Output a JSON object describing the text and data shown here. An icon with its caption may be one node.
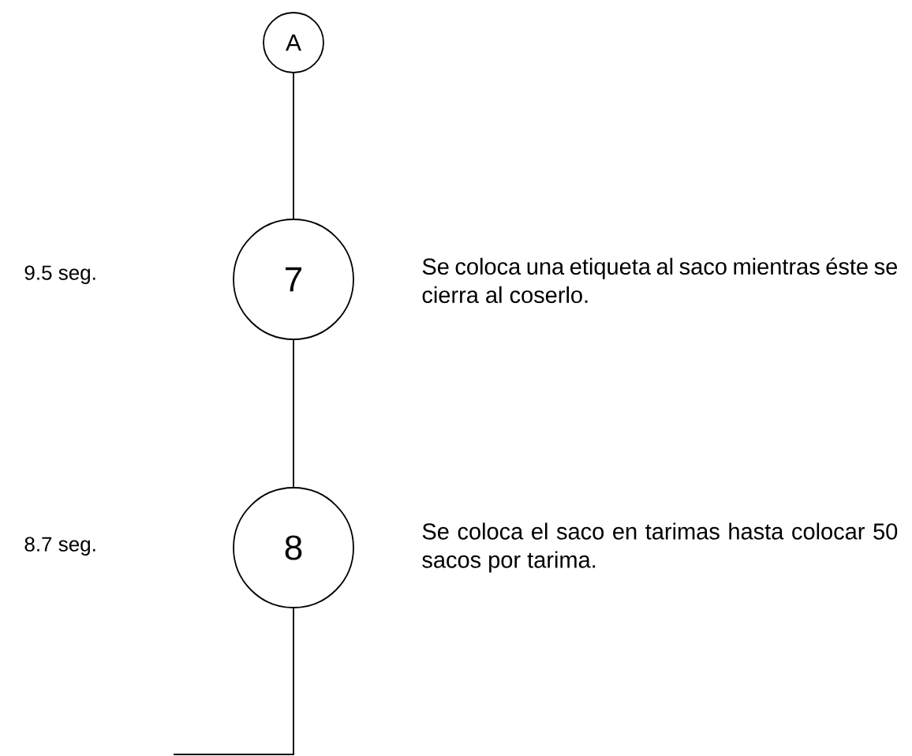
{
  "diagram": {
    "nodes": [
      {
        "text": [
          "A"
        ]
      },
      {
        "text": [
          "7"
        ],
        "beside": [
          "Se coloca una etiqueta al saco mientras éste se cierra al coserlo."
        ]
      },
      {
        "text": [
          "8"
        ],
        "beside": [
          "Se coloca el saco en tarimas hasta colocar 50 sacos por tarima."
        ]
      }
    ],
    "edges": [
      {
        "from": 0,
        "to": 1,
        "arrow": "none"
      },
      {
        "from": 1,
        "to": 2,
        "arrow": "none"
      },
      {
        "from": 2,
        "to": null,
        "arrow": "none"
      }
    ],
    "labels": [
      "9.5 seg.",
      "8.7 seg."
    ]
  }
}
